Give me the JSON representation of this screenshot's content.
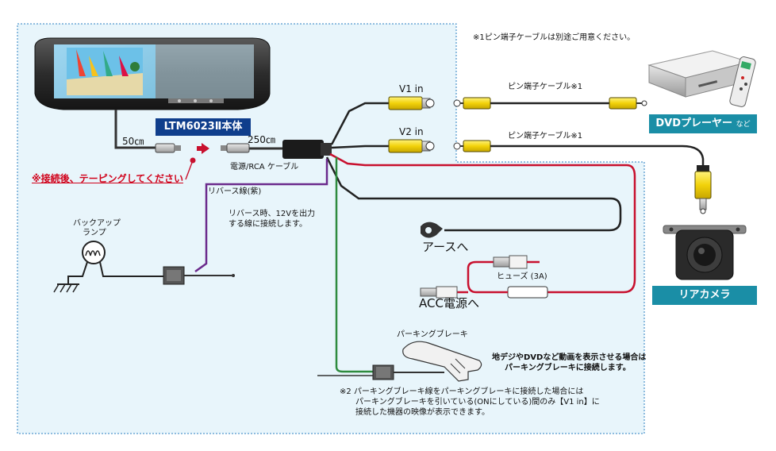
{
  "title_box": "LTM6023Ⅱ本体",
  "note_pin_cable": "※1ピン端子ケーブルは別途ご用意ください。",
  "label_50cm": "50㎝",
  "label_250cm": "250㎝",
  "label_power_rca": "電源/RCA ケーブル",
  "label_v1": "V1 in",
  "label_v2": "V2 in",
  "label_pin_cable_1": "ピン端子ケーブル※1",
  "label_pin_cable_2": "ピン端子ケーブル※1",
  "dvd_label": "DVDプレーヤー",
  "dvd_label_small": "など",
  "rear_camera_label": "リアカメラ",
  "warning_taping": "※接続後、テーピングしてください",
  "reverse_wire": "リバース線(紫)",
  "reverse_note_line1": "リバース時、12Vを出力",
  "reverse_note_line2": "する線に接続します。",
  "backup_lamp_line1": "バックアップ",
  "backup_lamp_line2": "ランプ",
  "ground_label": "アースへ",
  "fuse_label": "ヒューズ (3A)",
  "acc_label": "ACC電源へ",
  "parking_brake_label": "パーキングブレーキ",
  "parking_note_line1": "地デジやDVDなど動画を表示させる場合は",
  "parking_note_line2": "パーキングブレーキに接続します。",
  "note2_line1": "※2 パーキングブレーキ線をパーキングブレーキに接続した場合には",
  "note2_line2": "パーキングブレーキを引いている(ONにしている)間のみ【V1 in】に",
  "note2_line3": "接続した機器の映像が表示できます。",
  "colors": {
    "panel_bg": "#e8f5fb",
    "panel_border": "#2a7fc1",
    "teal": "#1a8ea6",
    "navy": "#0f3e8c",
    "red_wire": "#c8102e",
    "green_wire": "#2e8b3e",
    "purple_wire": "#6b2a8c",
    "yellow_plug": "#f2d20a",
    "black_wire": "#222222"
  }
}
